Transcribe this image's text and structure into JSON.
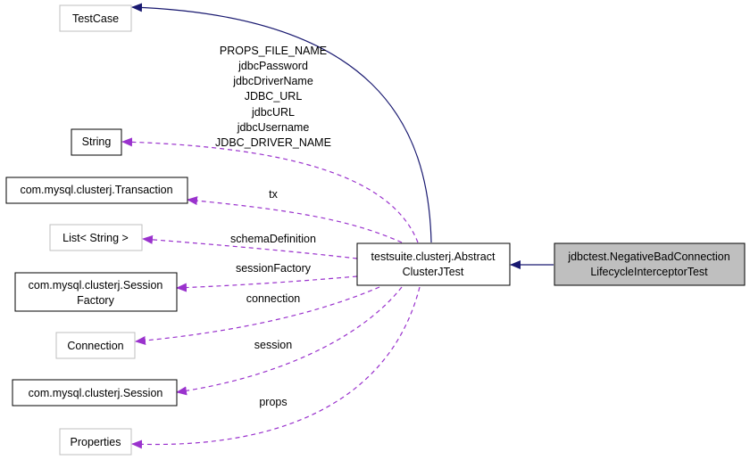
{
  "colors": {
    "inherit_edge": "#191970",
    "member_edge": "#9a32cd",
    "node_border_solid": "#000000",
    "node_border_grey": "#bfbfbf",
    "focus_fill": "#bfbfbf"
  },
  "nodes": {
    "testcase": {
      "lines": [
        "TestCase"
      ]
    },
    "string": {
      "lines": [
        "String"
      ]
    },
    "transaction": {
      "lines": [
        "com.mysql.clusterj.Transaction"
      ]
    },
    "list_string": {
      "lines": [
        "List< String >"
      ]
    },
    "session_factory": {
      "lines": [
        "com.mysql.clusterj.Session",
        "Factory"
      ]
    },
    "connection": {
      "lines": [
        "Connection"
      ]
    },
    "session": {
      "lines": [
        "com.mysql.clusterj.Session"
      ]
    },
    "properties": {
      "lines": [
        "Properties"
      ]
    },
    "abstract_test": {
      "lines": [
        "testsuite.clusterj.Abstract",
        "ClusterJTest"
      ]
    },
    "focus_test": {
      "lines": [
        "jdbctest.NegativeBadConnection",
        "LifecycleInterceptorTest"
      ]
    }
  },
  "edge_labels": {
    "string_members": [
      "PROPS_FILE_NAME",
      "jdbcPassword",
      "jdbcDriverName",
      "JDBC_URL",
      "jdbcURL",
      "jdbcUsername",
      "JDBC_DRIVER_NAME"
    ],
    "tx": "tx",
    "schema_definition": "schemaDefinition",
    "session_factory": "sessionFactory",
    "connection": "connection",
    "session": "session",
    "props": "props"
  }
}
